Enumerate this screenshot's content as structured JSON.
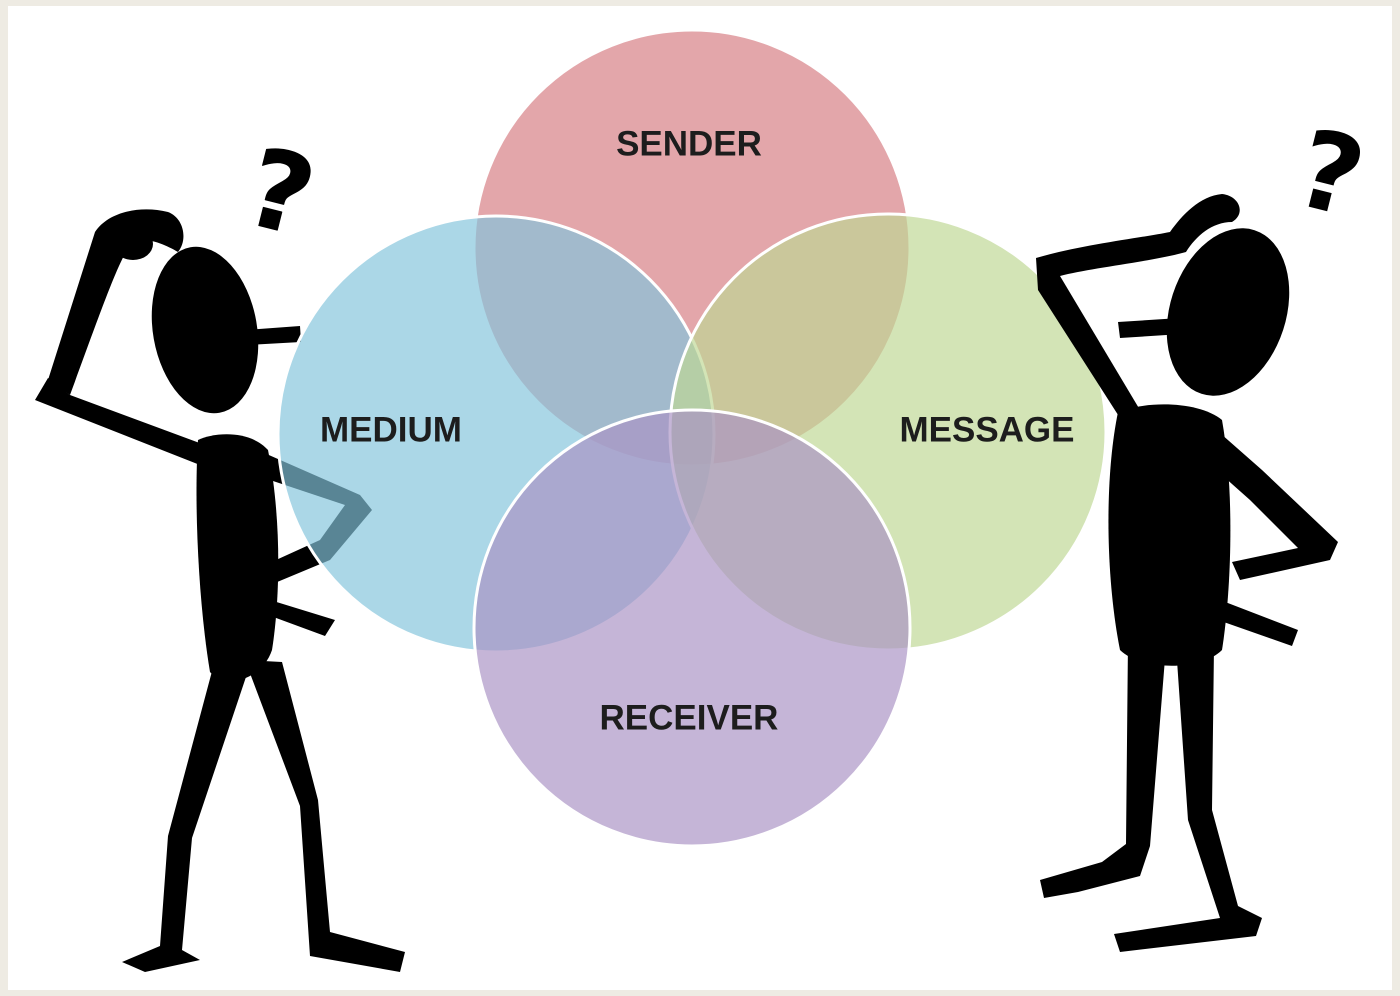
{
  "diagram": {
    "circles": [
      {
        "id": "sender",
        "label": "SENDER",
        "color": "#d9888d"
      },
      {
        "id": "medium",
        "label": "MEDIUM",
        "color": "#83c4db"
      },
      {
        "id": "message",
        "label": "MESSAGE",
        "color": "#bed794"
      },
      {
        "id": "receiver",
        "label": "RECEIVER",
        "color": "#a992c4"
      }
    ],
    "outline_color": "#ffffff"
  },
  "figures": {
    "left": {
      "icon": "thinking-stick-figure",
      "mark": "?",
      "color": "#000000"
    },
    "right": {
      "icon": "thinking-stick-figure",
      "mark": "?",
      "color": "#000000"
    }
  },
  "background_color": "#eeebe3"
}
